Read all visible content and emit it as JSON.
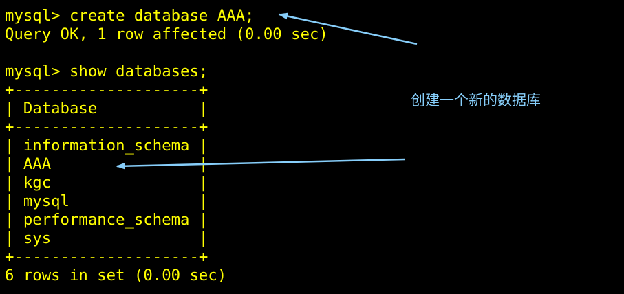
{
  "terminal": {
    "text_color": "#ffff00",
    "background": "#000000",
    "lines": [
      "mysql> create database AAA;",
      "Query OK, 1 row affected (0.00 sec)",
      "",
      "mysql> show databases;",
      "+--------------------+",
      "| Database           |",
      "+--------------------+",
      "| information_schema |",
      "| AAA                |",
      "| kgc                |",
      "| mysql              |",
      "| performance_schema |",
      "| sys                |",
      "+--------------------+",
      "6 rows in set (0.00 sec)"
    ]
  },
  "annotation": {
    "text": "创建一个新的数据库",
    "color": "#87cefa"
  }
}
